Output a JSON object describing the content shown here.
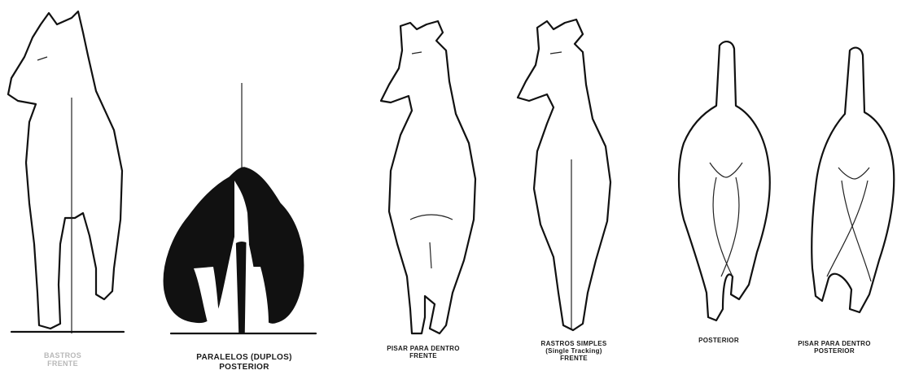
{
  "figures": [
    {
      "caption_lines": [
        "BASTROS",
        "FRENTE"
      ]
    },
    {
      "caption_lines": [
        "PARALELOS (DUPLOS)",
        "POSTERIOR"
      ]
    },
    {
      "caption_lines": [
        "PISAR PARA DENTRO",
        "FRENTE"
      ]
    },
    {
      "caption_lines": [
        "RASTROS SIMPLES",
        "(Single Tracking)",
        "FRENTE"
      ]
    },
    {
      "caption_lines": [
        "POSTERIOR"
      ]
    },
    {
      "caption_lines": [
        "PISAR PARA DENTRO",
        "POSTERIOR"
      ]
    }
  ]
}
